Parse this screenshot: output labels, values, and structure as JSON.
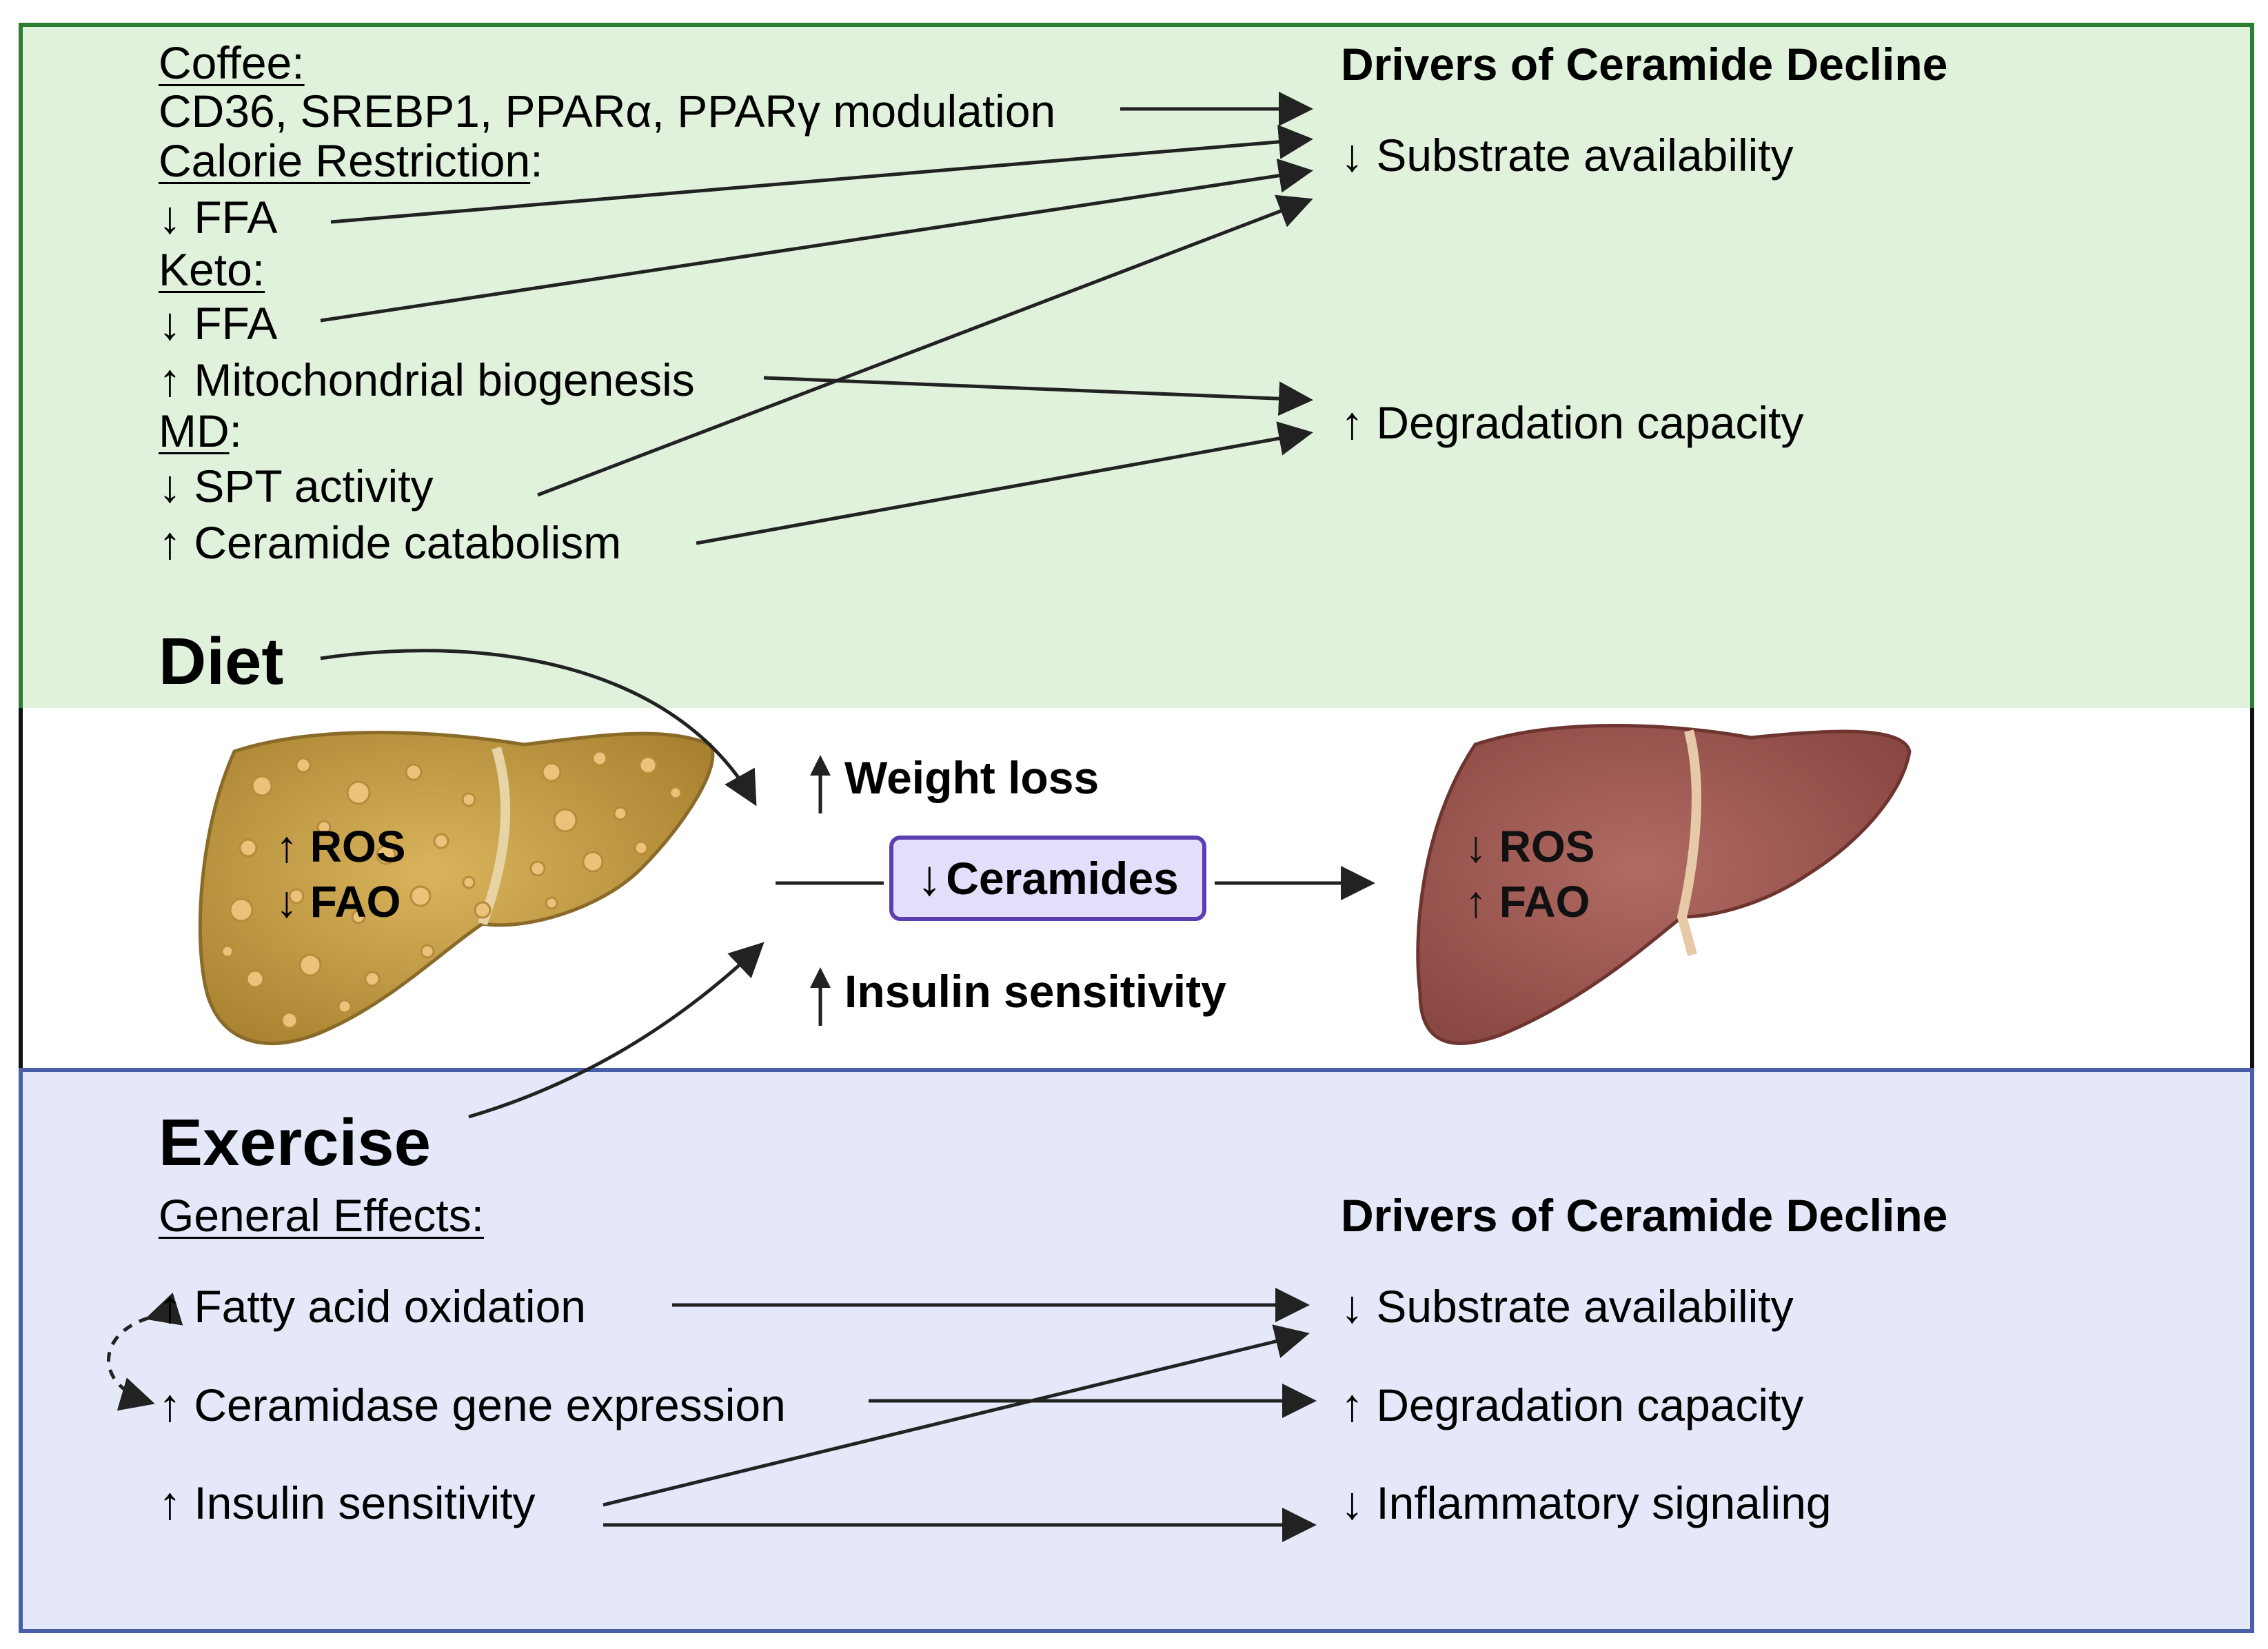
{
  "colors": {
    "diet_fill": "#e0f2dc",
    "diet_border": "#2e7d32",
    "exercise_fill": "#e4e8f8",
    "exercise_border": "#4a5ea8",
    "ceramides_fill": "#e3defa",
    "ceramides_border": "#5b3fb0",
    "fatty_liver": "#c9a24a",
    "healthy_liver": "#a5615a"
  },
  "diet": {
    "title": "Diet",
    "drivers_heading": "Drivers of Ceramide Decline",
    "coffee_label": "Coffee:",
    "coffee_effect": "CD36, SREBP1, PPARα, PPARγ modulation",
    "cr_label": "Calorie Restriction",
    "cr_colon": ":",
    "cr_effect": "↓ FFA",
    "keto_label": "Keto:",
    "keto_effect_1": "↓ FFA",
    "keto_effect_2": "↑ Mitochondrial biogenesis",
    "md_label": "MD",
    "md_colon": ":",
    "md_effect_1": "↓ SPT activity",
    "md_effect_2": "↑ Ceramide catabolism",
    "driver_1": "↓ Substrate availability",
    "driver_2": "↑ Degradation capacity"
  },
  "center": {
    "fatty_liver_line_1": "↑ ROS",
    "fatty_liver_line_2": "↓ FAO",
    "weight_loss": "Weight loss",
    "ceramides_arrow": "↓",
    "ceramides": "Ceramides",
    "insulin_sensitivity": "Insulin sensitivity",
    "healthy_liver_line_1": "↓ ROS",
    "healthy_liver_line_2": "↑ FAO",
    "fatty_liver_icon": "fatty-liver",
    "healthy_liver_icon": "healthy-liver"
  },
  "exercise": {
    "title": "Exercise",
    "general_label": "General Effects:",
    "drivers_heading": "Drivers of Ceramide Decline",
    "effect_1": "↑ Fatty acid oxidation",
    "effect_2": "↑ Ceramidase gene expression",
    "effect_3": "↑ Insulin sensitivity",
    "driver_1": "↓ Substrate availability",
    "driver_2": "↑ Degradation capacity",
    "driver_3": "↓ Inflammatory signaling"
  }
}
